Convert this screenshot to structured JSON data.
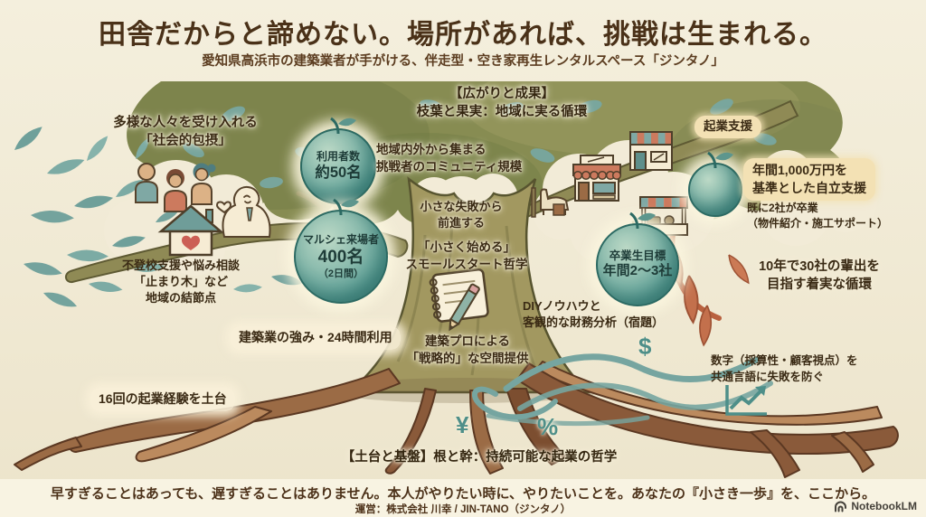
{
  "header": {
    "title": "田舎だからと諦めない。場所があれば、挑戦は生まれる。",
    "subtitle": "愛知県高浜市の建築業者が手がける、伴走型・空き家再生レンタルスペース「ジンタノ」"
  },
  "canopy": {
    "heading": "【広がりと成果】\n枝葉と果実：地域に実る循環"
  },
  "branches": {
    "inclusion": "多様な人々を受け入れる\n「社会的包摂」",
    "community": "地域内外から集まる\n挑戦者のコミュニティ規模",
    "startup_support": "起業支援",
    "annual_support": "年間1,000万円を\n基準とした自立支援",
    "graduated": "既に2社が卒業\n（物件紹介・施工サポート）",
    "ten_year_goal": "10年で30社の輩出を\n目指す着実な循環",
    "tomarigi": "不登校支援や悩み相談\n「止まり木」など\n地域の結節点"
  },
  "apples": {
    "users": {
      "top": "利用者数",
      "value": "約50名"
    },
    "marche": {
      "top": "マルシェ来場者",
      "value": "400名",
      "note": "（2日間）"
    },
    "graduates": {
      "top": "卒業生目標",
      "value": "年間2〜3社"
    }
  },
  "trunk": {
    "small_failure": "小さな失敗から\n前進する",
    "small_start": "「小さく始める」\nスモールスタート哲学",
    "strength": "建築業の強み・24時間利用",
    "strategic": "建築プロによる\n「戦略的」な空間提供",
    "diy": "DIYノウハウと\n客観的な財務分析（宿題）"
  },
  "roots": {
    "experience": "16回の起業経験を土台",
    "numbers": "数字（採算性・顧客視点）を\n共通言語に失敗を防ぐ",
    "symbols": {
      "dollar": "$",
      "yen": "¥",
      "percent": "%"
    },
    "heading": "【土台と基盤】根と幹：持続可能な起業の哲学"
  },
  "footer": {
    "message": "早すぎることはあっても、遅すぎることはありません。本人がやりたい時に、やりたいことを。あなたの『小さき一歩』を、ここから。",
    "operator": "運営：株式会社 川幸 / JIN-TANO（ジンタノ）",
    "watermark": "NotebookLM"
  },
  "palette": {
    "background": "#f0e9d3",
    "title_brown": "#4a3118",
    "canopy_green": "#878c52",
    "trunk_olive": "#a29860",
    "root_brown": "#8a5a3a",
    "teal": "#76a5a0",
    "terracotta": "#c3704c",
    "apple_teal": "#559a92",
    "highlight_tan": "#f3e1b4"
  }
}
